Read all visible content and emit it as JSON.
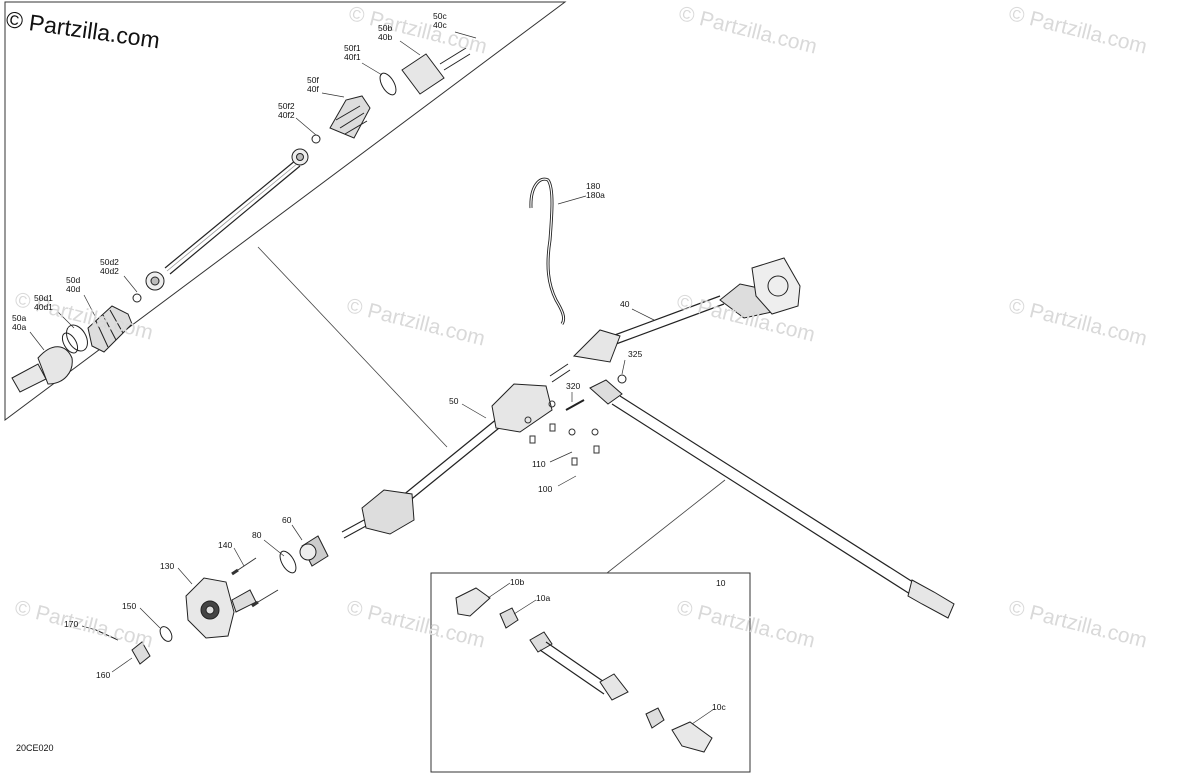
{
  "brand": "© Partzilla.com",
  "watermark": "© Partzilla.com",
  "diagram_code": "20CE020",
  "callouts": {
    "c50c": [
      "50c",
      "40c"
    ],
    "c50b": [
      "50b",
      "40b"
    ],
    "c50f1": [
      "50f1",
      "40f1"
    ],
    "c50f": [
      "50f",
      "40f"
    ],
    "c50f2": [
      "50f2",
      "40f2"
    ],
    "c50d2": [
      "50d2",
      "40d2"
    ],
    "c50d": [
      "50d",
      "40d"
    ],
    "c50d1": [
      "50d1",
      "40d1"
    ],
    "c50a": [
      "50a",
      "40a"
    ],
    "c180": [
      "180",
      "180a"
    ],
    "c40": [
      "40"
    ],
    "c325": [
      "325"
    ],
    "c320": [
      "320"
    ],
    "c50": [
      "50"
    ],
    "c110": [
      "110"
    ],
    "c100": [
      "100"
    ],
    "c60": [
      "60"
    ],
    "c80": [
      "80"
    ],
    "c140": [
      "140"
    ],
    "c130": [
      "130"
    ],
    "c150": [
      "150"
    ],
    "c170": [
      "170"
    ],
    "c160": [
      "160"
    ],
    "c10": [
      "10"
    ],
    "c10b": [
      "10b"
    ],
    "c10a": [
      "10a"
    ],
    "c10c": [
      "10c"
    ]
  }
}
